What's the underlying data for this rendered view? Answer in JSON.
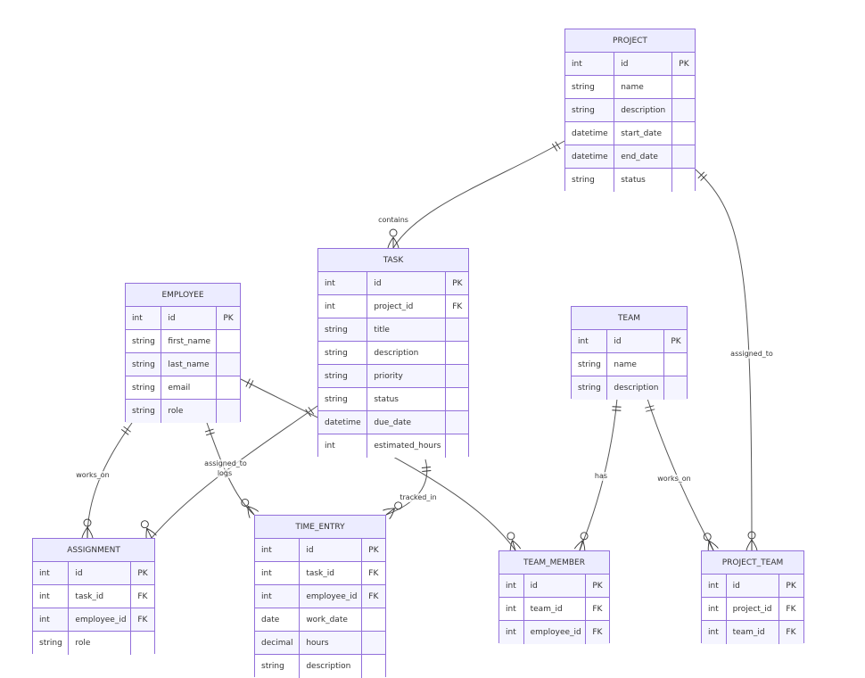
{
  "diagram_type": "entity-relationship",
  "entities": [
    {
      "id": "PROJECT",
      "name": "PROJECT",
      "attributes": [
        {
          "type": "int",
          "name": "id",
          "key": "PK"
        },
        {
          "type": "string",
          "name": "name",
          "key": ""
        },
        {
          "type": "string",
          "name": "description",
          "key": ""
        },
        {
          "type": "datetime",
          "name": "start_date",
          "key": ""
        },
        {
          "type": "datetime",
          "name": "end_date",
          "key": ""
        },
        {
          "type": "string",
          "name": "status",
          "key": ""
        }
      ]
    },
    {
      "id": "TASK",
      "name": "TASK",
      "attributes": [
        {
          "type": "int",
          "name": "id",
          "key": "PK"
        },
        {
          "type": "int",
          "name": "project_id",
          "key": "FK"
        },
        {
          "type": "string",
          "name": "title",
          "key": ""
        },
        {
          "type": "string",
          "name": "description",
          "key": ""
        },
        {
          "type": "string",
          "name": "priority",
          "key": ""
        },
        {
          "type": "string",
          "name": "status",
          "key": ""
        },
        {
          "type": "datetime",
          "name": "due_date",
          "key": ""
        },
        {
          "type": "int",
          "name": "estimated_hours",
          "key": ""
        }
      ]
    },
    {
      "id": "EMPLOYEE",
      "name": "EMPLOYEE",
      "attributes": [
        {
          "type": "int",
          "name": "id",
          "key": "PK"
        },
        {
          "type": "string",
          "name": "first_name",
          "key": ""
        },
        {
          "type": "string",
          "name": "last_name",
          "key": ""
        },
        {
          "type": "string",
          "name": "email",
          "key": ""
        },
        {
          "type": "string",
          "name": "role",
          "key": ""
        }
      ]
    },
    {
      "id": "TEAM",
      "name": "TEAM",
      "attributes": [
        {
          "type": "int",
          "name": "id",
          "key": "PK"
        },
        {
          "type": "string",
          "name": "name",
          "key": ""
        },
        {
          "type": "string",
          "name": "description",
          "key": ""
        }
      ]
    },
    {
      "id": "ASSIGNMENT",
      "name": "ASSIGNMENT",
      "attributes": [
        {
          "type": "int",
          "name": "id",
          "key": "PK"
        },
        {
          "type": "int",
          "name": "task_id",
          "key": "FK"
        },
        {
          "type": "int",
          "name": "employee_id",
          "key": "FK"
        },
        {
          "type": "string",
          "name": "role",
          "key": ""
        }
      ]
    },
    {
      "id": "TIME_ENTRY",
      "name": "TIME_ENTRY",
      "attributes": [
        {
          "type": "int",
          "name": "id",
          "key": "PK"
        },
        {
          "type": "int",
          "name": "task_id",
          "key": "FK"
        },
        {
          "type": "int",
          "name": "employee_id",
          "key": "FK"
        },
        {
          "type": "date",
          "name": "work_date",
          "key": ""
        },
        {
          "type": "decimal",
          "name": "hours",
          "key": ""
        },
        {
          "type": "string",
          "name": "description",
          "key": ""
        }
      ]
    },
    {
      "id": "TEAM_MEMBER",
      "name": "TEAM_MEMBER",
      "attributes": [
        {
          "type": "int",
          "name": "id",
          "key": "PK"
        },
        {
          "type": "int",
          "name": "team_id",
          "key": "FK"
        },
        {
          "type": "int",
          "name": "employee_id",
          "key": "FK"
        }
      ]
    },
    {
      "id": "PROJECT_TEAM",
      "name": "PROJECT_TEAM",
      "attributes": [
        {
          "type": "int",
          "name": "id",
          "key": "PK"
        },
        {
          "type": "int",
          "name": "project_id",
          "key": "FK"
        },
        {
          "type": "int",
          "name": "team_id",
          "key": "FK"
        }
      ]
    }
  ],
  "relationships": [
    {
      "from": "PROJECT",
      "to": "TASK",
      "label": "contains",
      "from_card": "exactly-one",
      "to_card": "zero-or-more"
    },
    {
      "from": "PROJECT",
      "to": "PROJECT_TEAM",
      "label": "assigned_to",
      "from_card": "exactly-one",
      "to_card": "zero-or-more"
    },
    {
      "from": "EMPLOYEE",
      "to": "ASSIGNMENT",
      "label": "works_on",
      "from_card": "exactly-one",
      "to_card": "zero-or-more"
    },
    {
      "from": "TASK",
      "to": "ASSIGNMENT",
      "label": "assigned_to",
      "from_card": "exactly-one",
      "to_card": "zero-or-more"
    },
    {
      "from": "EMPLOYEE",
      "to": "TIME_ENTRY",
      "label": "logs",
      "from_card": "exactly-one",
      "to_card": "zero-or-more"
    },
    {
      "from": "TASK",
      "to": "TIME_ENTRY",
      "label": "tracked_in",
      "from_card": "exactly-one",
      "to_card": "zero-or-more"
    },
    {
      "from": "EMPLOYEE",
      "to": "TEAM_MEMBER",
      "label": "",
      "from_card": "exactly-one",
      "to_card": "zero-or-more"
    },
    {
      "from": "TEAM",
      "to": "TEAM_MEMBER",
      "label": "has",
      "from_card": "exactly-one",
      "to_card": "zero-or-more"
    },
    {
      "from": "TEAM",
      "to": "PROJECT_TEAM",
      "label": "works_on",
      "from_card": "exactly-one",
      "to_card": "zero-or-more"
    }
  ],
  "colors": {
    "entity_border": "#9370db",
    "header_fill": "#ececff",
    "row_odd_fill": "#f5f5ff",
    "row_even_fill": "#ffffff",
    "edge": "#555555",
    "text": "#333333"
  }
}
